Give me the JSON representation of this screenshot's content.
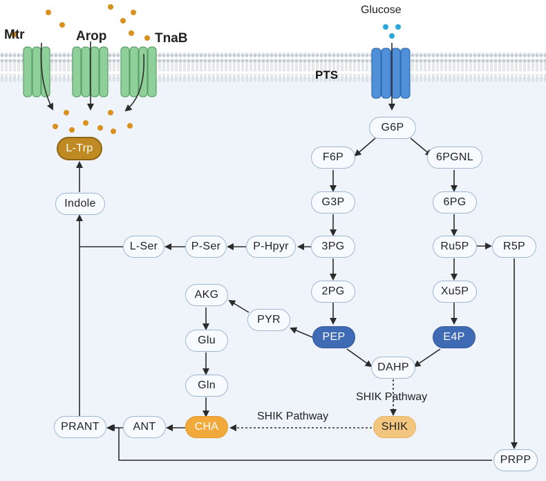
{
  "labels": {
    "glucose": "Glucose",
    "pts": "PTS",
    "mtr": "Mtr",
    "arop": "Arop",
    "tnab": "TnaB",
    "shik_pathway_vertical": "SHIK  Pathway",
    "shik_pathway_horizontal": "SHIK  Pathway"
  },
  "nodes": {
    "ltrp": "L-Trp",
    "indole": "Indole",
    "lser": "L-Ser",
    "pser": "P-Ser",
    "phpyr": "P-Hpyr",
    "g6p": "G6P",
    "f6p": "F6P",
    "g3p": "G3P",
    "pg3": "3PG",
    "pg2": "2PG",
    "pep": "PEP",
    "pgnl": "6PGNL",
    "pg6": "6PG",
    "ru5p": "Ru5P",
    "r5p": "R5P",
    "xu5p": "Xu5P",
    "e4p": "E4P",
    "dahp": "DAHP",
    "shik": "SHIK",
    "akg": "AKG",
    "glu": "Glu",
    "gln": "Gln",
    "pyr": "PYR",
    "cha": "CHA",
    "ant": "ANT",
    "prant": "PRANT",
    "prpp": "PRPP"
  },
  "colors": {
    "cytoplasm": "#eef4fa",
    "node_fill": "#f7fbff",
    "node_border": "#9fb4d0",
    "highlight_blue": "#3f6bb5",
    "highlight_orange": "#f0a93a",
    "shik_orange": "#f3c680",
    "ltrp_gold": "#c08a22",
    "transporter_green": "#8fcf9a",
    "pts_blue": "#4f90d8",
    "trp_molecule": "#d8901e",
    "glucose_molecule": "#2aa6d8"
  }
}
